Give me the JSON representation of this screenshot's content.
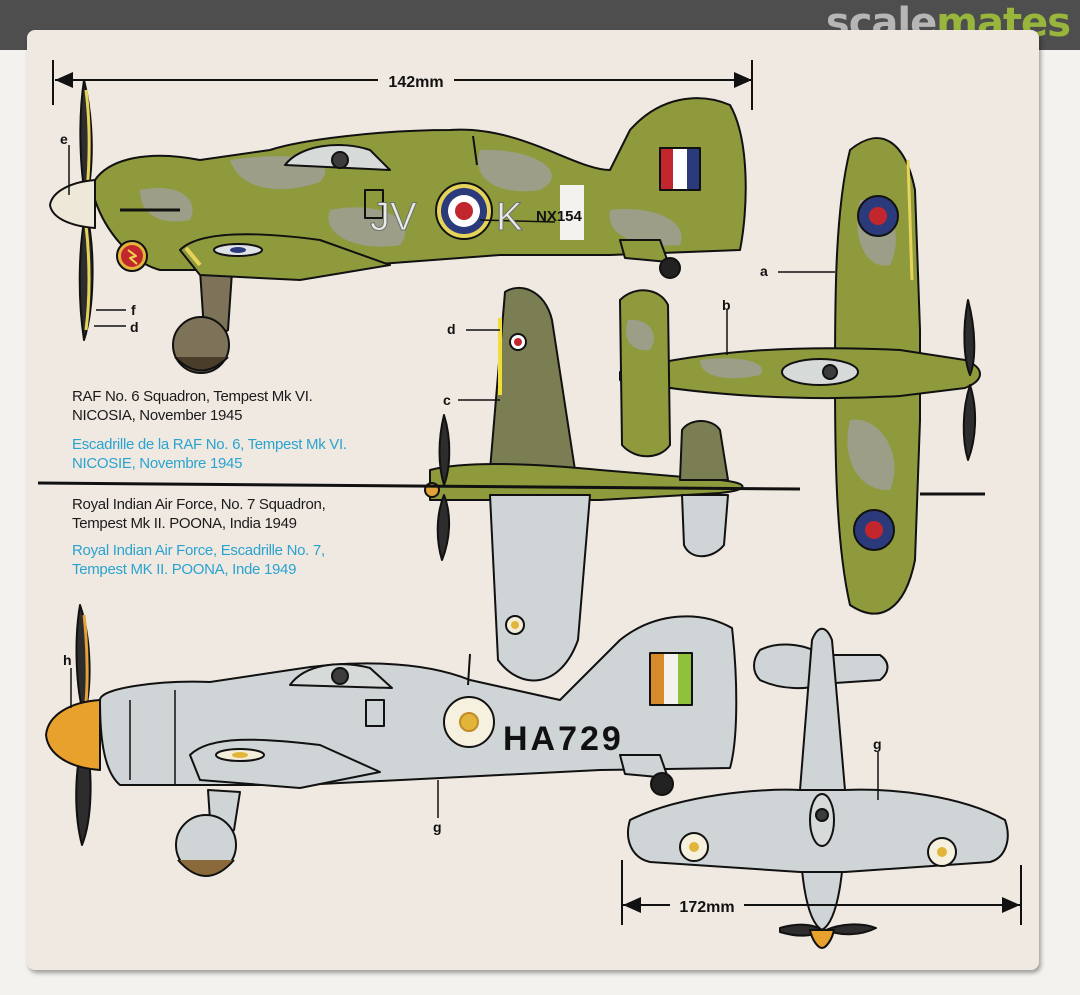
{
  "watermark": {
    "part1": "scale",
    "part2": "mates"
  },
  "dimensions": {
    "top": "142mm",
    "bottom": "172mm"
  },
  "callouts": {
    "a": "a",
    "b": "b",
    "c": "c",
    "d": "d",
    "e": "e",
    "f": "f",
    "g": "g",
    "h": "h"
  },
  "aircraft1": {
    "code_left": "JV",
    "code_right": "K",
    "serial": "NX154",
    "caption_en": [
      "RAF No. 6 Squadron, Tempest Mk VI.",
      "NICOSIA, November 1945"
    ],
    "caption_fr": [
      "Escadrille de la RAF No. 6, Tempest Mk VI.",
      "NICOSIE, Novembre 1945"
    ]
  },
  "aircraft2": {
    "serial": "HA729",
    "caption_en": [
      "Royal Indian Air Force, No. 7 Squadron,",
      "Tempest Mk II. POONA, India 1949"
    ],
    "caption_fr": [
      "Royal Indian Air Force, Escadrille No. 7,",
      "Tempest MK II. POONA, Inde 1949"
    ]
  },
  "colors": {
    "olive": "#8f9a3c",
    "camo_grey": "#9c9e88",
    "silver": "#cfd4d6",
    "caption_blue": "#2ba3cf",
    "roundel_red": "#c1272d",
    "roundel_blue": "#2b3a7a"
  }
}
